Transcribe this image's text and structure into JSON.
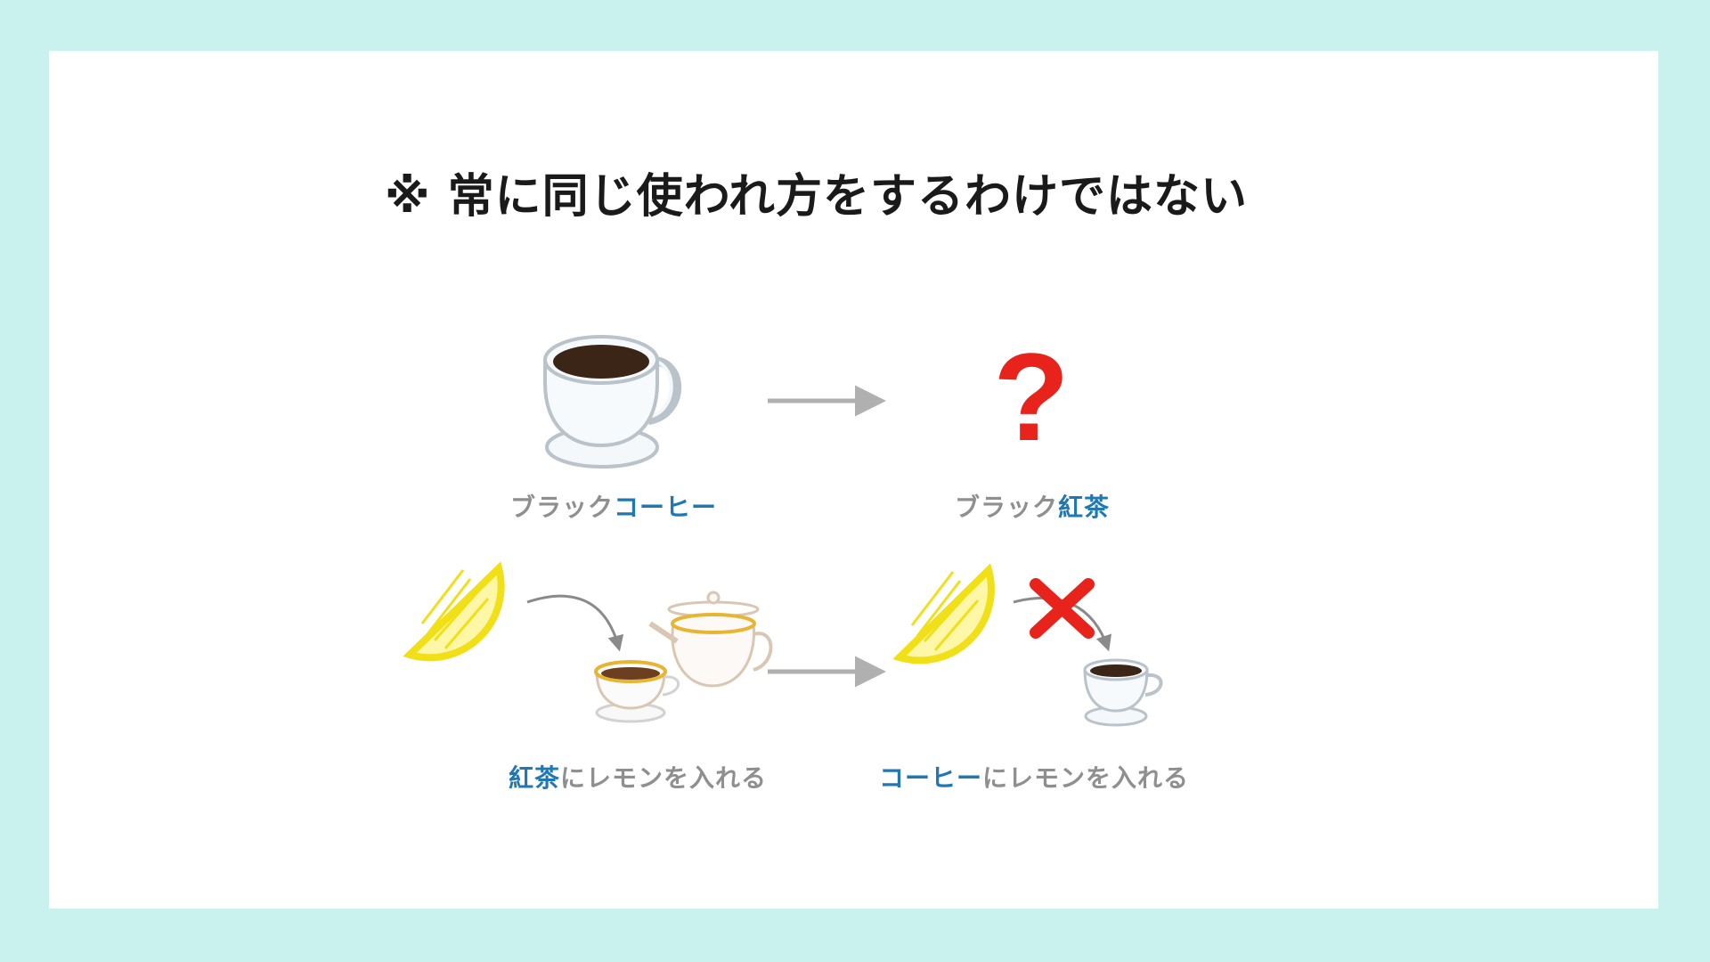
{
  "title": "※ 常に同じ使われ方をするわけではない",
  "row1": {
    "left_caption": {
      "plain": "ブラック",
      "highlight": "コーヒー"
    },
    "right_caption": {
      "plain": "ブラック",
      "highlight": "紅茶"
    },
    "question_mark": "?"
  },
  "row2": {
    "left_caption": {
      "highlight": "紅茶",
      "plain": "にレモンを入れる"
    },
    "right_caption": {
      "highlight": "コーヒー",
      "plain": "にレモンを入れる"
    }
  },
  "colors": {
    "background": "#c9f1ee",
    "highlight": "#1f78b4",
    "caption_gray": "#8f8f8f",
    "accent_red": "#e8231b",
    "arrow_gray": "#b0b0b0"
  },
  "icons": [
    "coffee-cup-icon",
    "arrow-right-icon",
    "question-mark-icon",
    "lemon-slice-icon",
    "teapot-icon",
    "teacup-icon",
    "cross-icon"
  ]
}
